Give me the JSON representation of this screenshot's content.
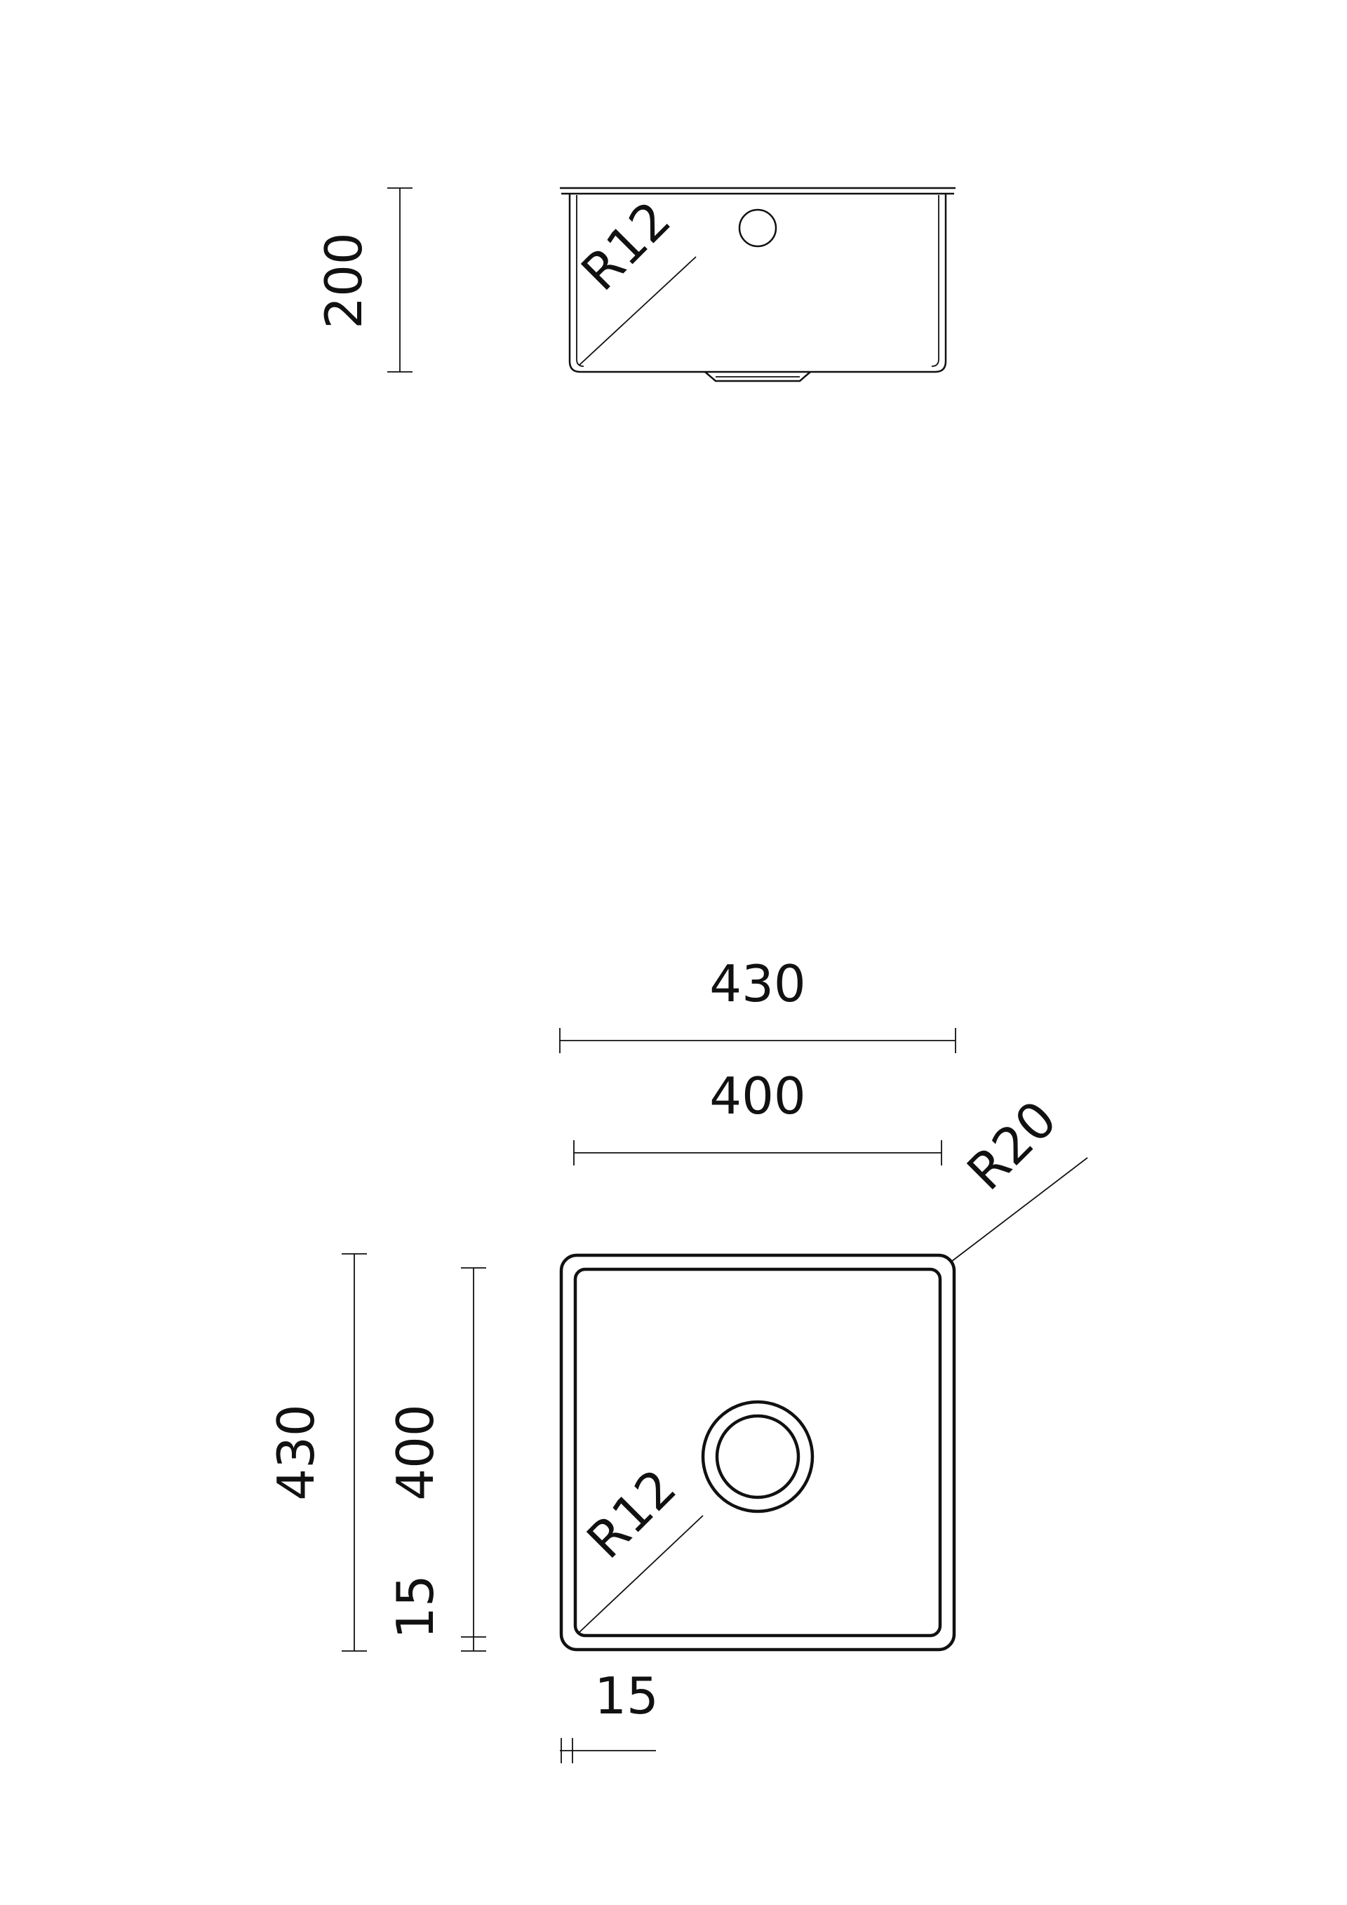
{
  "side_view": {
    "height_label": "200",
    "radius_label": "R12"
  },
  "top_view": {
    "outer_width_label": "430",
    "inner_width_label": "400",
    "corner_radius_label": "R20",
    "outer_height_label": "430",
    "inner_height_label": "400",
    "flange_vertical_label": "15",
    "inner_radius_label": "R12",
    "flange_horizontal_label": "15"
  },
  "colors": {
    "line": "#111111",
    "background": "#ffffff"
  }
}
